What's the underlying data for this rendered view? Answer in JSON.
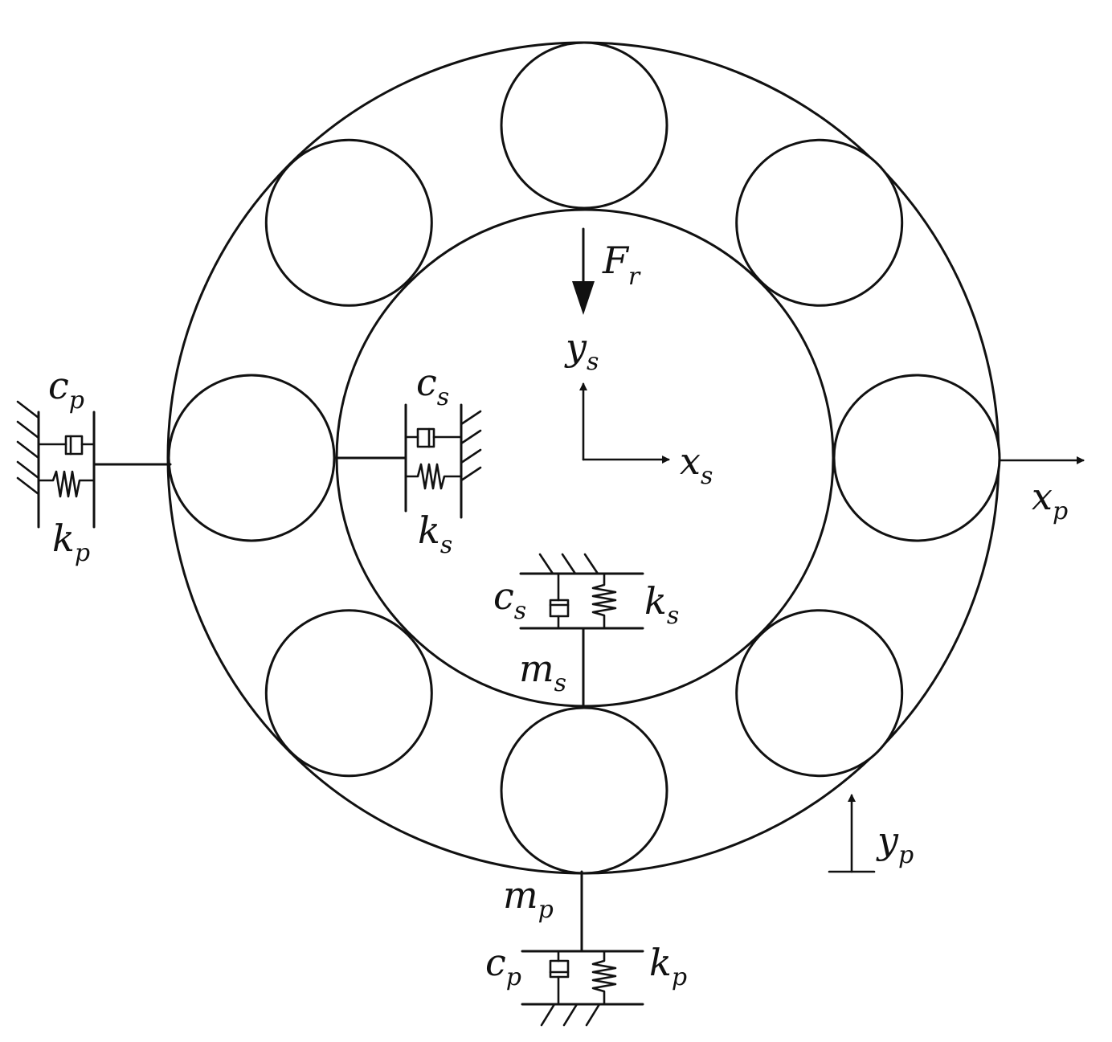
{
  "labels": {
    "cp_left": {
      "main": "c",
      "sub": "p"
    },
    "kp_left": {
      "main": "k",
      "sub": "p"
    },
    "cs_left": {
      "main": "c",
      "sub": "s"
    },
    "ks_left": {
      "main": "k",
      "sub": "s"
    },
    "force": {
      "main": "F",
      "sub": "r"
    },
    "ys": {
      "main": "y",
      "sub": "s"
    },
    "xs": {
      "main": "x",
      "sub": "s"
    },
    "xp": {
      "main": "x",
      "sub": "p"
    },
    "cs_bottom": {
      "main": "c",
      "sub": "s"
    },
    "ks_bottom": {
      "main": "k",
      "sub": "s"
    },
    "ms": {
      "main": "m",
      "sub": "s"
    },
    "yp": {
      "main": "y",
      "sub": "p"
    },
    "mp": {
      "main": "m",
      "sub": "p"
    },
    "cp_bottom": {
      "main": "c",
      "sub": "p"
    },
    "kp_bottom": {
      "main": "k",
      "sub": "p"
    }
  },
  "bearing": {
    "ball_count": 8
  }
}
